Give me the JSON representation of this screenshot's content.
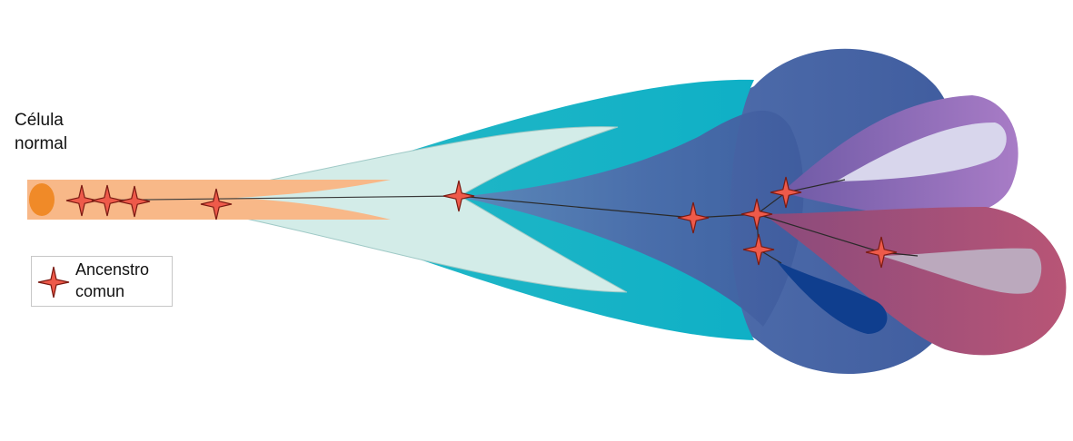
{
  "labels": {
    "cell_line1": "Célula",
    "cell_line2": "normal"
  },
  "legend": {
    "label_line1": "Ancenstro",
    "label_line2": "comun",
    "icon": "four-point-star-icon"
  },
  "colors": {
    "trunk": "#f8b888",
    "cell": "#f08a28",
    "pale_cyan": "#d3ece8",
    "cyan": "#1ab3c6",
    "blue": "#4a66a6",
    "purple": "#8f6ab6",
    "magenta": "#ad5276",
    "star_fill": "#ee5a4a",
    "star_stroke": "#7a1a12"
  }
}
